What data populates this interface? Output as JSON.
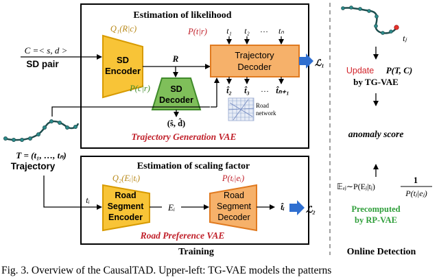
{
  "colors": {
    "orange_fill": "#f6b16a",
    "orange_stroke": "#e07a20",
    "yellow_fill": "#f8c437",
    "yellow_stroke": "#d79a00",
    "green_fill": "#7fbf5a",
    "green_stroke": "#3f8a2a",
    "red_text": "#c0202a",
    "olive_text": "#b9891a",
    "green_text": "#3f8a2a",
    "update_red": "#d2232a",
    "precomputed_green": "#2f9e3a",
    "blue_arrow": "#2f6fd0",
    "traj_teal": "#2c8c8c",
    "traj_dark": "#1e4e4e"
  },
  "top_panel": {
    "title": "Estimation of likelihood",
    "vae_label": "Trajectory Generation VAE",
    "q1": "Q₁(R|c)",
    "sd_encoder": [
      "SD",
      "Encoder"
    ],
    "r": "R",
    "p_c_r": "P(c|r)",
    "sd_decoder": [
      "SD",
      "Decoder"
    ],
    "sd_hat": "(ŝ, d̂)",
    "p_t_r": "P(t|r)",
    "t_inputs": [
      "t₁",
      "t₂",
      "…",
      "tₙ"
    ],
    "traj_decoder": [
      "Trajectory",
      "Decoder"
    ],
    "t_outputs": [
      "t̂₂",
      "t̂₃",
      "…",
      "t̂ₙ₊₁"
    ],
    "road_network": [
      "Road",
      "network"
    ],
    "loss1": "ℒ₁"
  },
  "left": {
    "c_eq": "C =< s, d >",
    "sd_pair": "SD pair",
    "t_eq": "T = (t₁, …, tₙ)",
    "trajectory": "Trajectory",
    "ti": "tᵢ"
  },
  "bottom_panel": {
    "title": "Estimation of scaling factor",
    "vae_label": "Road Preference VAE",
    "q2": "Q₂(Eᵢ|tᵢ)",
    "rs_encoder": [
      "Road",
      "Segment",
      "Encoder"
    ],
    "ei": "Eᵢ",
    "p_ti_ei": "P(tᵢ|eᵢ)",
    "rs_decoder": [
      "Road",
      "Segment",
      "Decoder"
    ],
    "ti_hat": "t̂ᵢ",
    "loss2": "ℒ₂"
  },
  "training_label": "Training",
  "right": {
    "tj": "tⱼ",
    "update_word": "Update",
    "update_formula": "P(T, C)",
    "by_tgvae": "by TG-VAE",
    "anomaly_score": "anomaly score",
    "expectation": "𝔼ₑⱼ∼P(Eⱼ|tⱼ)",
    "frac_num": "1",
    "frac_den": "P(tⱼ|eⱼ)",
    "precomputed": "Precomputed",
    "by_rpvae": "by RP-VAE",
    "online_detection": "Online Detection"
  },
  "caption": "Fig. 3.  Overview of the CausalTAD. Upper-left: TG-VAE models the patterns"
}
